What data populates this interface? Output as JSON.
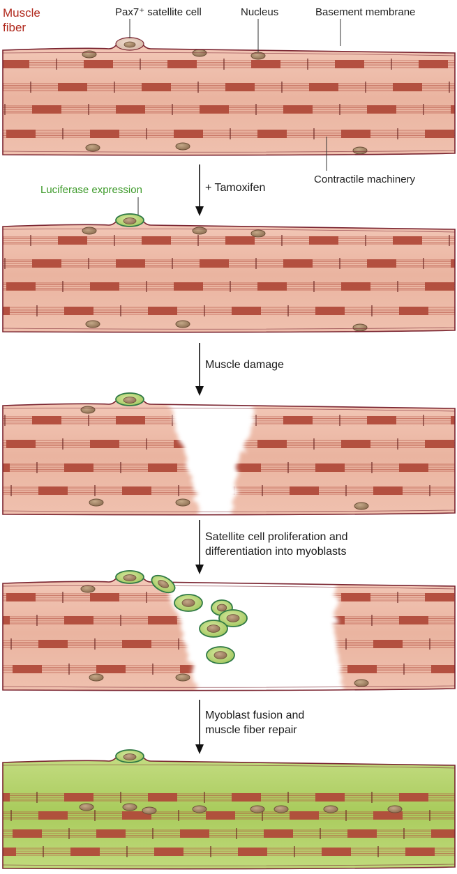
{
  "labels": {
    "muscle_fiber_line1": "Muscle",
    "muscle_fiber_line2": "fiber",
    "satellite_cell": "Pax7⁺ satellite cell",
    "nucleus": "Nucleus",
    "basement_membrane": "Basement membrane",
    "contractile_machinery": "Contractile machinery",
    "luciferase_expression": "Luciferase expression"
  },
  "steps": [
    {
      "line1": "+ Tamoxifen",
      "line2": ""
    },
    {
      "line1": "Muscle damage",
      "line2": ""
    },
    {
      "line1": "Satellite cell proliferation and",
      "line2": "differentiation into myoblasts"
    },
    {
      "line1": "Myoblast fusion and",
      "line2": "muscle fiber repair"
    }
  ],
  "colors": {
    "fiber_fill": "#edb9a6",
    "fiber_edge": "#7a2430",
    "sarcomere_band": "#b04a3a",
    "nucleus_fill": "#a5876a",
    "nucleus_edge": "#6b5038",
    "luciferase_cell_fill": "#a6c65a",
    "luciferase_cell_edge": "#2f7a45",
    "repaired_fiber_fill": "#b6d472",
    "label_red": "#b0281c",
    "label_green": "#3d9a2a"
  }
}
